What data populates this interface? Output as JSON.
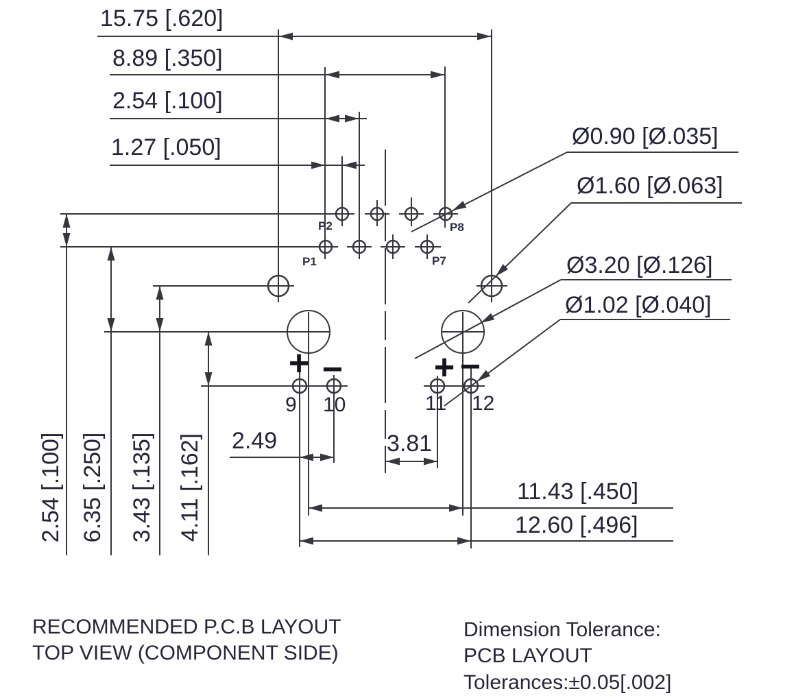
{
  "colors": {
    "ink": "#23233a",
    "line": "#36363e"
  },
  "dims": {
    "d15_75": "15.75 [.620]",
    "d8_89": "8.89 [.350]",
    "d2_54_top": "2.54 [.100]",
    "d1_27": "1.27 [.050]",
    "dia0_90": "Ø0.90 [Ø.035]",
    "dia1_60": "Ø1.60 [Ø.063]",
    "dia3_20": "Ø3.20 [Ø.126]",
    "dia1_02": "Ø1.02 [Ø.040]",
    "d11_43": "11.43 [.450]",
    "d12_60": "12.60 [.496]",
    "d2_49": "2.49",
    "d3_81": "3.81",
    "v2_54": "2.54 [.100]",
    "v6_35": "6.35 [.250]",
    "v3_43": "3.43 [.135]",
    "v4_11": "4.11 [.162]"
  },
  "pins": {
    "p1": "P1",
    "p2": "P2",
    "p7": "P7",
    "p8": "P8",
    "n9": "9",
    "n10": "10",
    "n11": "11",
    "n12": "12",
    "plus": "+",
    "minus": "−"
  },
  "captions": {
    "layout_line1": "RECOMMENDED P.C.B LAYOUT",
    "layout_line2": "TOP VIEW (COMPONENT SIDE)",
    "tolerance_line1": "Dimension Tolerance:",
    "tolerance_line2": "PCB LAYOUT",
    "tolerance_line3": "Tolerances:±0.05[.002]"
  }
}
